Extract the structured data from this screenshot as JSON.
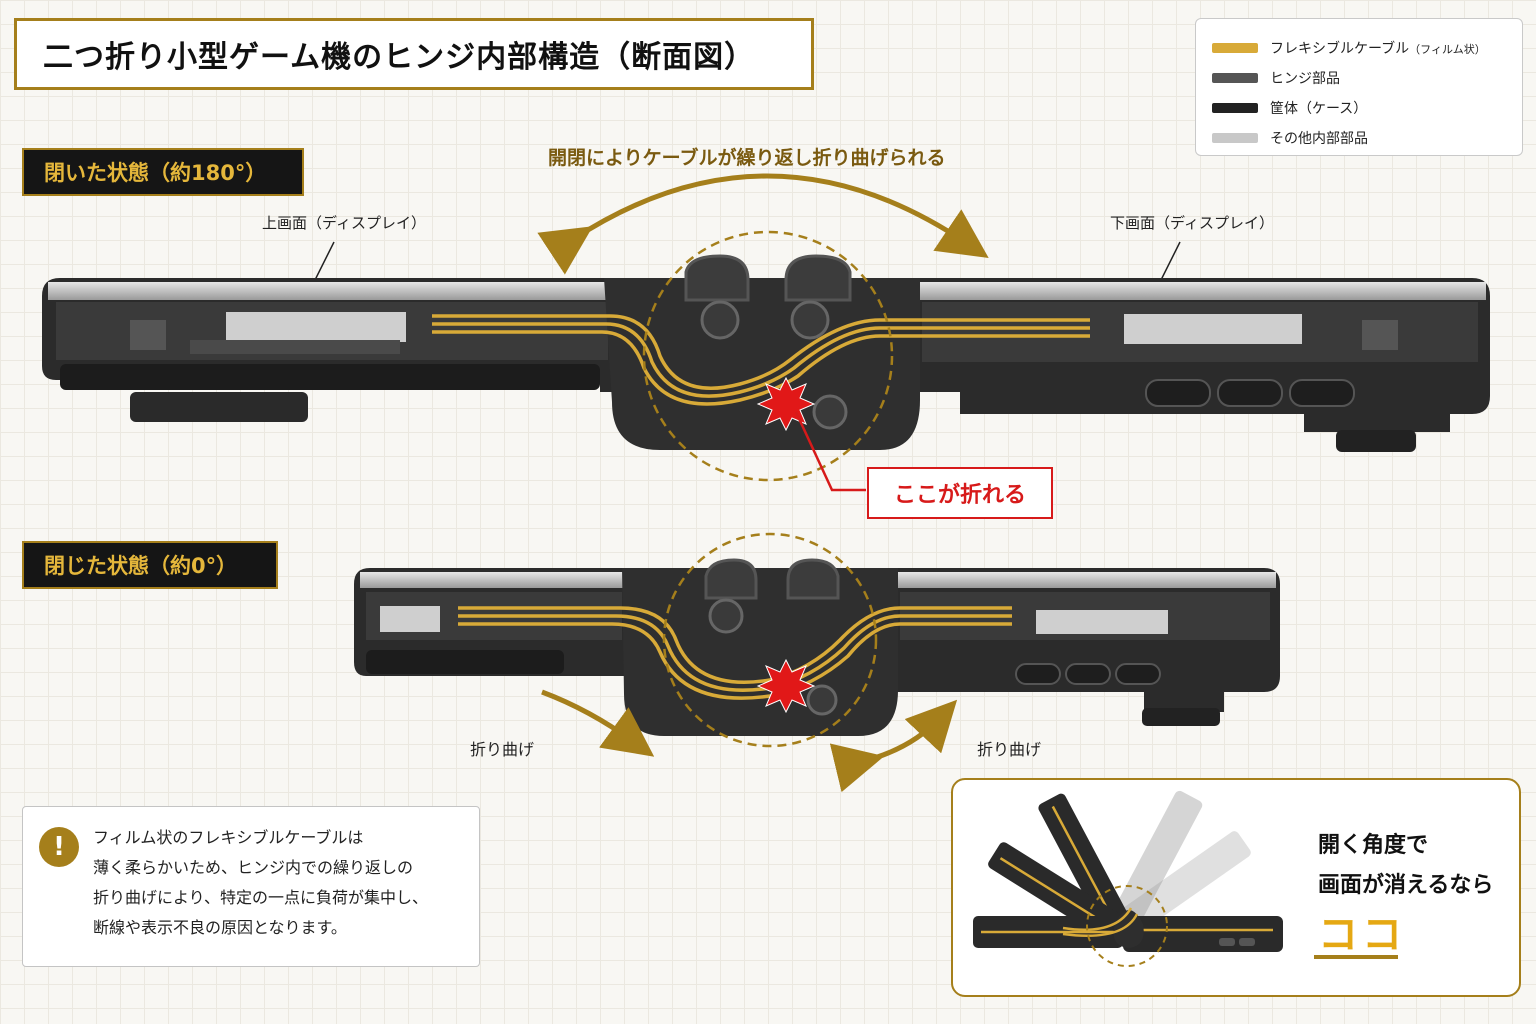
{
  "title": "二つ折り小型ゲーム機のヒンジ内部構造（断面図）",
  "legend": [
    {
      "label": "フレキシブルケーブル",
      "sub": "（フィルム状）",
      "color": "#d8aa38"
    },
    {
      "label": "ヒンジ部品",
      "sub": "",
      "color": "#555555"
    },
    {
      "label": "筐体（ケース）",
      "sub": "",
      "color": "#222222"
    },
    {
      "label": "その他内部部品",
      "sub": "",
      "color": "#c8c8c8"
    }
  ],
  "open_state": {
    "tag": "閉いた状態（約180°）",
    "motion_caption": "開閉によりケーブルが繰り返し折り曲げられる",
    "upper_screen": "上画面（ディスプレイ）",
    "lower_screen": "下画面（ディスプレイ）",
    "break_callout": "ここが折れる"
  },
  "closed_state": {
    "tag": "閉じた状態（約0°）",
    "bend_left": "折り曲げ",
    "bend_right": "折り曲げ"
  },
  "note": {
    "icon": "!",
    "lines": [
      "フィルム状のフレキシブルケーブルは",
      "薄く柔らかいため、ヒンジ内での繰り返しの",
      "折り曲げにより、特定の一点に負荷が集中し、",
      "断線や表示不良の原因となります。"
    ]
  },
  "inset": {
    "line1": "開く角度で",
    "line2": "画面が消えるなら",
    "highlight": "ココ"
  },
  "colors": {
    "accent_gold": "#a57f1b",
    "cable": "#d8aa38",
    "alert_red": "#d71a1a",
    "case_dark": "#222222"
  }
}
